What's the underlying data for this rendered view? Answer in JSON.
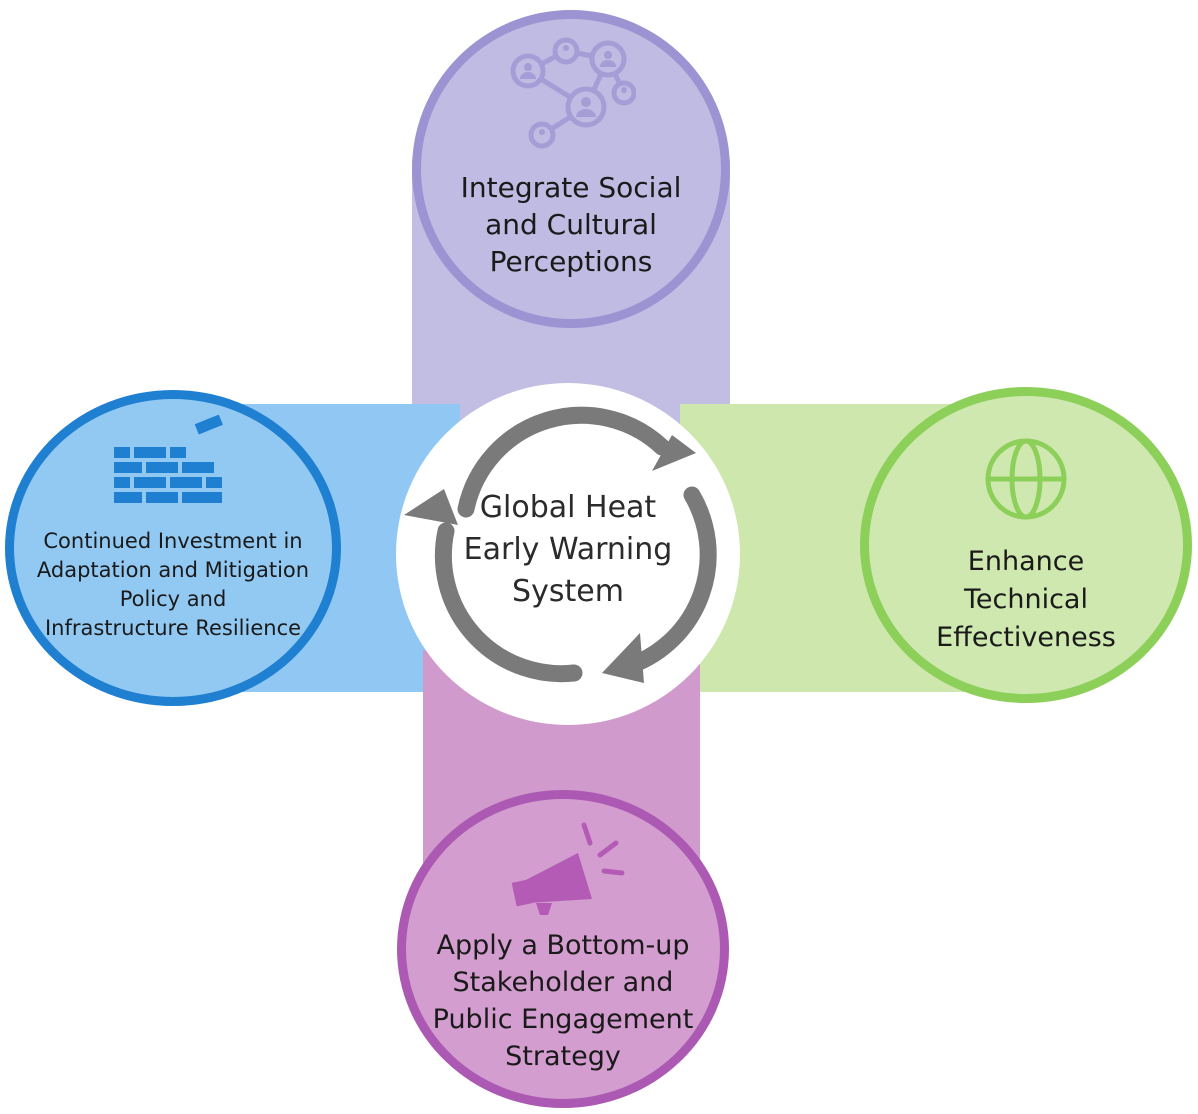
{
  "diagram": {
    "center": {
      "title": "Global Heat\nEarly Warning\nSystem"
    },
    "nodes": {
      "top": {
        "label": "Integrate Social\nand Cultural\nPerceptions",
        "icon": "social-network-icon"
      },
      "left": {
        "label": "Continued Investment in\nAdaptation and Mitigation\nPolicy and\nInfrastructure Resilience",
        "icon": "brick-wall-icon"
      },
      "right": {
        "label": "Enhance\nTechnical\nEffectiveness",
        "icon": "globe-icon"
      },
      "bottom": {
        "label": "Apply a Bottom-up\nStakeholder and\nPublic Engagement\nStrategy",
        "icon": "megaphone-icon"
      }
    },
    "colors": {
      "top_fill": "#c0bbe2",
      "top_border": "#9c93d2",
      "left_fill": "#92c9f2",
      "left_border": "#1f7fd0",
      "right_fill": "#cfe8b0",
      "right_border": "#8ccf59",
      "bottom_fill": "#d39dcf",
      "bottom_border": "#ab59b2",
      "arrows": "#7a7a7a"
    }
  }
}
